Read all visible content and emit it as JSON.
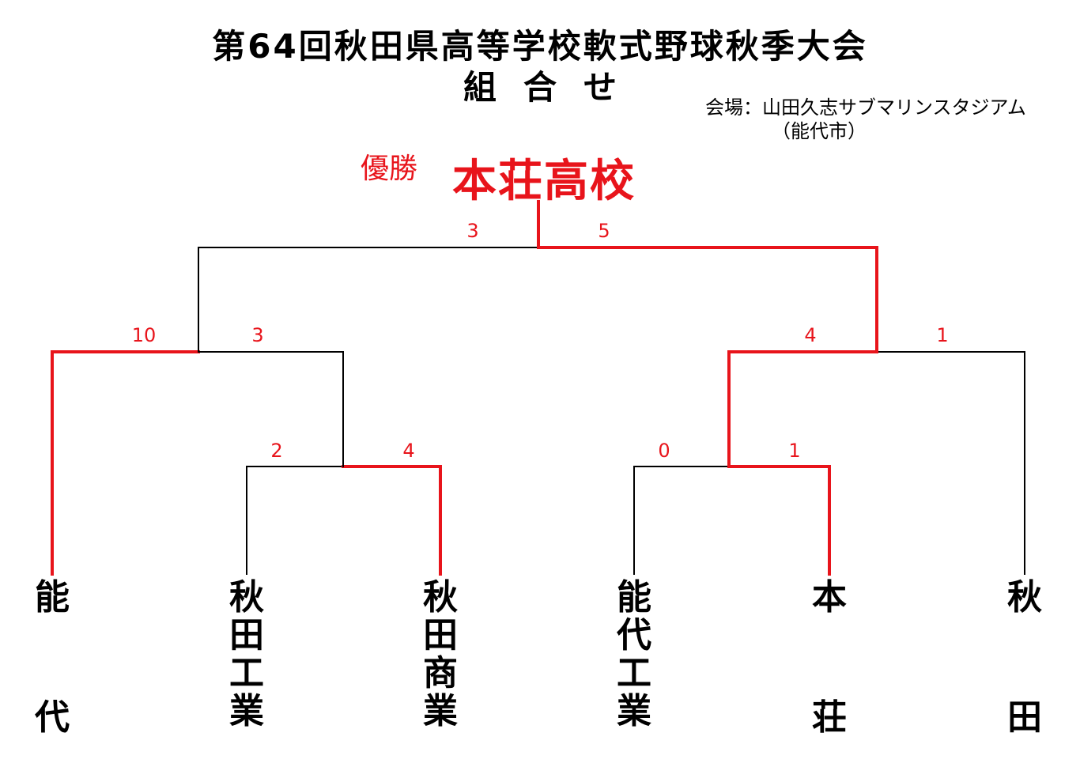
{
  "title": {
    "main": "第64回秋田県高等学校軟式野球秋季大会",
    "sub": "組合せ"
  },
  "venue": {
    "line1": "会場：山田久志サブマリンスタジアム",
    "line2": "（能代市）"
  },
  "champion": {
    "label": "優勝",
    "name": "本荘高校"
  },
  "teams": [
    {
      "id": "noshiro",
      "name": "能代",
      "chars": [
        "能",
        "代"
      ]
    },
    {
      "id": "akita-kogyo",
      "name": "秋田工業",
      "chars": [
        "秋",
        "田",
        "工",
        "業"
      ]
    },
    {
      "id": "akita-shogyo",
      "name": "秋田商業",
      "chars": [
        "秋",
        "田",
        "商",
        "業"
      ]
    },
    {
      "id": "noshiro-kogyo",
      "name": "能代工業",
      "chars": [
        "能",
        "代",
        "工",
        "業"
      ]
    },
    {
      "id": "honjo",
      "name": "本荘",
      "chars": [
        "本",
        "荘"
      ]
    },
    {
      "id": "akita",
      "name": "秋田",
      "chars": [
        "秋",
        "田"
      ]
    }
  ],
  "chart_data": {
    "type": "bracket",
    "matches": [
      {
        "round": 1,
        "teams": [
          "秋田工業",
          "秋田商業"
        ],
        "scores": [
          "2",
          "4"
        ],
        "winner": "秋田商業"
      },
      {
        "round": 1,
        "teams": [
          "能代工業",
          "本荘"
        ],
        "scores": [
          "0",
          "1"
        ],
        "winner": "本荘"
      },
      {
        "round": 2,
        "teams": [
          "能代",
          "秋田商業"
        ],
        "scores": [
          "10",
          "3"
        ],
        "winner": "能代"
      },
      {
        "round": 2,
        "teams": [
          "本荘",
          "秋田"
        ],
        "scores": [
          "4",
          "1"
        ],
        "winner": "本荘"
      },
      {
        "round": 3,
        "teams": [
          "能代",
          "本荘"
        ],
        "scores": [
          "3",
          "5"
        ],
        "winner": "本荘"
      }
    ],
    "colors": {
      "win": "#e8141b",
      "line": "#000000",
      "score": "#e8141b"
    }
  }
}
